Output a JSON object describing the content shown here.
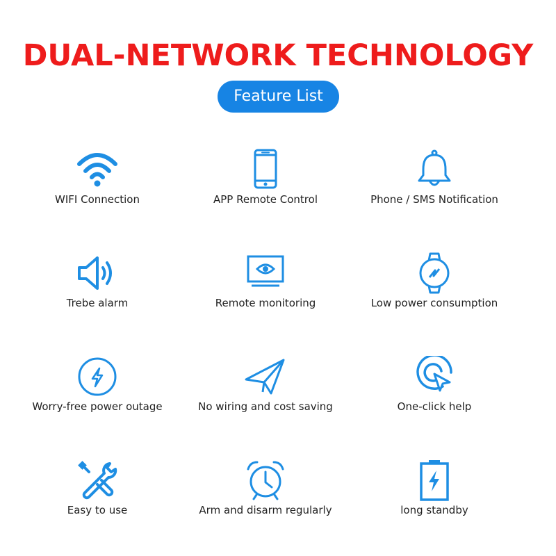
{
  "header": {
    "title": "DUAL-NETWORK TECHNOLOGY",
    "pill_label": "Feature List"
  },
  "colors": {
    "title": "#ee1c1c",
    "accent": "#1e8ee3",
    "pill_bg": "#1784e4",
    "text": "#222222"
  },
  "features": [
    {
      "label": "WIFI Connection",
      "icon": "wifi-icon"
    },
    {
      "label": "APP Remote Control",
      "icon": "smartphone-icon"
    },
    {
      "label": "Phone / SMS Notification",
      "icon": "bell-icon"
    },
    {
      "label": "Trebe alarm",
      "icon": "speaker-icon"
    },
    {
      "label": "Remote monitoring",
      "icon": "monitor-eye-icon"
    },
    {
      "label": "Low power consumption",
      "icon": "watch-icon"
    },
    {
      "label": "Worry-free power outage",
      "icon": "power-bolt-icon"
    },
    {
      "label": "No wiring and cost saving",
      "icon": "paper-plane-icon"
    },
    {
      "label": "One-click help",
      "icon": "click-cursor-icon"
    },
    {
      "label": "Easy to use",
      "icon": "tools-icon"
    },
    {
      "label": "Arm and disarm regularly",
      "icon": "alarm-clock-icon"
    },
    {
      "label": "long standby",
      "icon": "battery-icon"
    }
  ]
}
